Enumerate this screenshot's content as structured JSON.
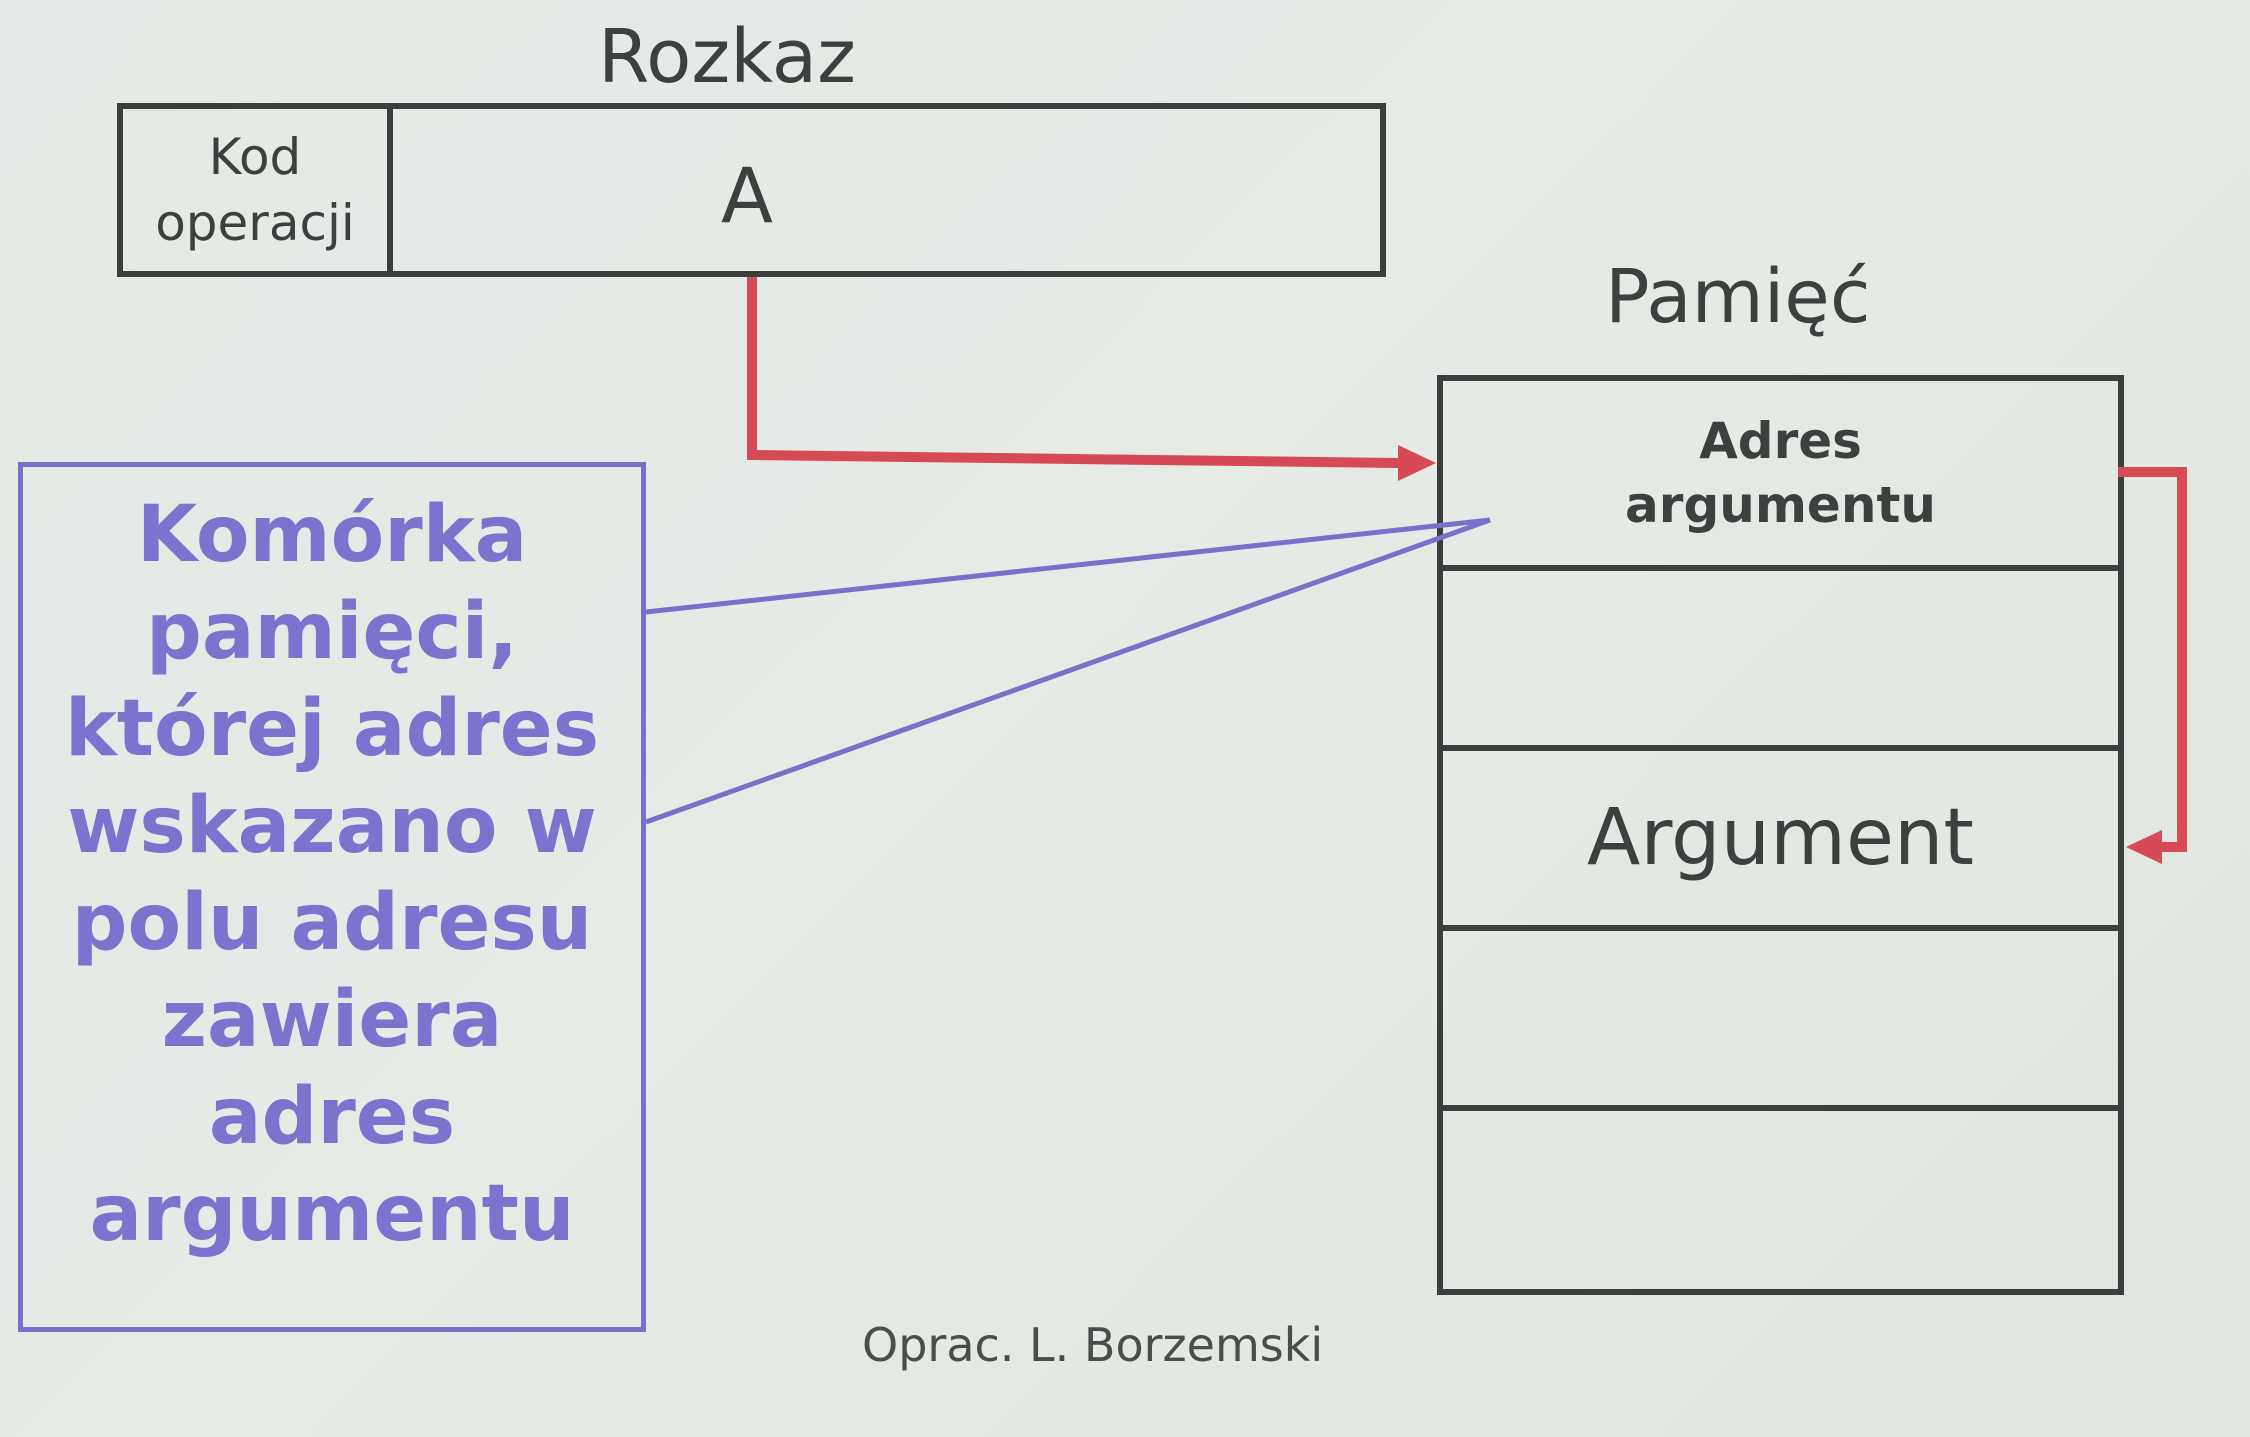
{
  "instruction": {
    "title": "Rozkaz",
    "opcode_label": "Kod\noperacji",
    "address_field_label": "A"
  },
  "memory": {
    "title": "Pamięć",
    "cells": [
      {
        "label": "Adres\nargumentu"
      },
      {
        "label": ""
      },
      {
        "label": "Argument"
      },
      {
        "label": ""
      },
      {
        "label": ""
      }
    ]
  },
  "callout": {
    "text": "Komórka\npamięci,\nktórej adres\nwskazano w\npolu adresu\nzawiera\nadres\nargumentu"
  },
  "footer": {
    "credit": "Oprac. L. Borzemski"
  },
  "colors": {
    "arrow": "#d64a55",
    "callout": "#7a74cf",
    "lines": "#3b3e3c"
  }
}
